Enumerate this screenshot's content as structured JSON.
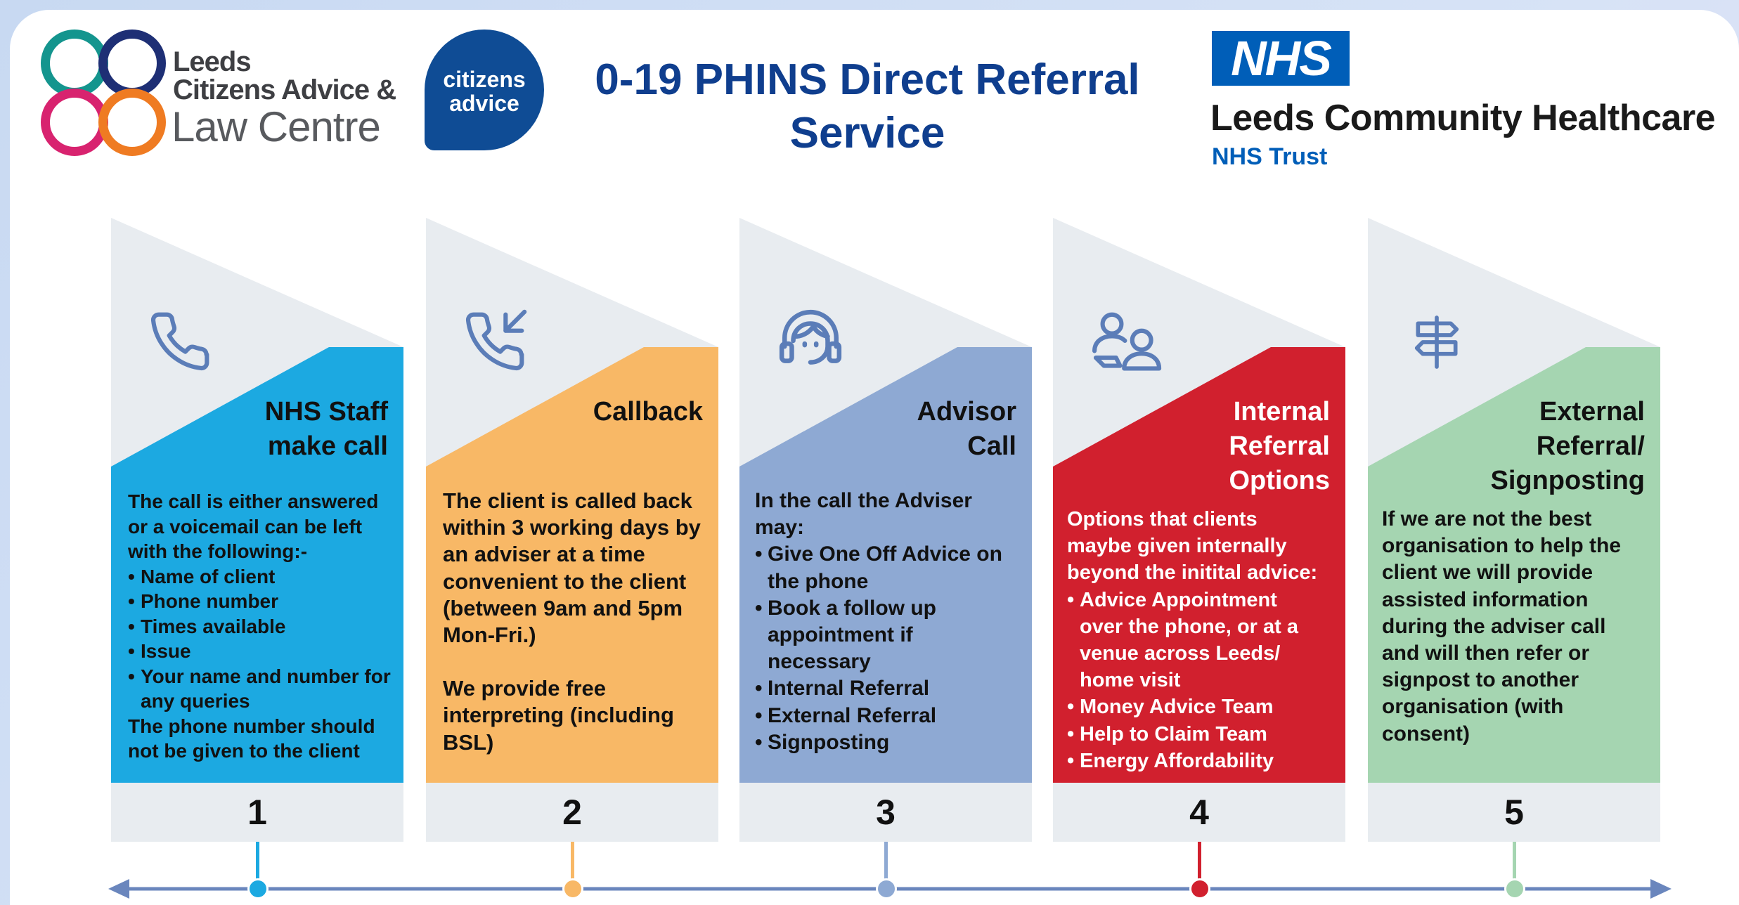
{
  "header": {
    "leeds_logo": {
      "line1": "Leeds",
      "line2": "Citizens Advice &",
      "line3": "Law Centre"
    },
    "citizens_advice_logo": {
      "line1": "citizens",
      "line2": "advice"
    },
    "title_line1": "0-19 PHINS Direct Referral",
    "title_line2": "Service",
    "nhs_logo": "NHS",
    "nhs_org_name": "Leeds Community Healthcare",
    "nhs_trust": "NHS Trust"
  },
  "colors": {
    "step1": "#1ca9e1",
    "step2": "#f8b866",
    "step3": "#8ea9d3",
    "step4": "#d1202e",
    "step5": "#a5d5b1",
    "triangle": "#e8ecf0",
    "icon": "#5b7db8",
    "timeline": "#6a86bd"
  },
  "steps": [
    {
      "number": "1",
      "icon": "phone-icon",
      "title": [
        "NHS Staff",
        "make call"
      ],
      "intro": [
        "The call is either answered",
        "or a voicemail can be left",
        "with the following:-"
      ],
      "bullets": [
        "Name of client",
        "Phone number",
        "Times available",
        "Issue",
        "Your name and number for any queries"
      ],
      "outro": [
        "The phone number should",
        "not be given to the client"
      ]
    },
    {
      "number": "2",
      "icon": "phone-incoming-icon",
      "title": [
        "Callback"
      ],
      "intro": [
        "The client is called back",
        "within 3 working days by",
        "an adviser at a time",
        "convenient to the client",
        "(between 9am and 5pm",
        "Mon-Fri.)",
        "",
        "We provide free",
        "interpreting (including",
        "BSL)"
      ],
      "bullets": [],
      "outro": []
    },
    {
      "number": "3",
      "icon": "headset-icon",
      "title": [
        "Advisor",
        "Call"
      ],
      "intro": [
        "In the call the Adviser",
        "may:"
      ],
      "bullets": [
        "Give One Off Advice on the phone",
        "Book a follow up appointment if necessary",
        "Internal Referral",
        "External Referral",
        "Signposting"
      ],
      "outro": []
    },
    {
      "number": "4",
      "icon": "people-icon",
      "title": [
        "Internal",
        "Referral",
        "Options"
      ],
      "intro": [
        "Options that clients",
        "maybe given internally",
        "beyond the initital advice:"
      ],
      "bullets": [
        "Advice Appointment over the phone, or at a venue across Leeds/ home visit",
        "Money Advice Team",
        "Help to Claim Team",
        "Energy Affordability"
      ],
      "outro": []
    },
    {
      "number": "5",
      "icon": "signpost-icon",
      "title": [
        "External",
        "Referral/",
        "Signposting"
      ],
      "intro": [
        "If we are not the best",
        "organisation to help the",
        "client we will provide",
        "assisted information",
        "during the adviser call",
        "and will then refer or",
        "signpost to another",
        "organisation (with",
        "consent)"
      ],
      "bullets": [],
      "outro": []
    }
  ]
}
